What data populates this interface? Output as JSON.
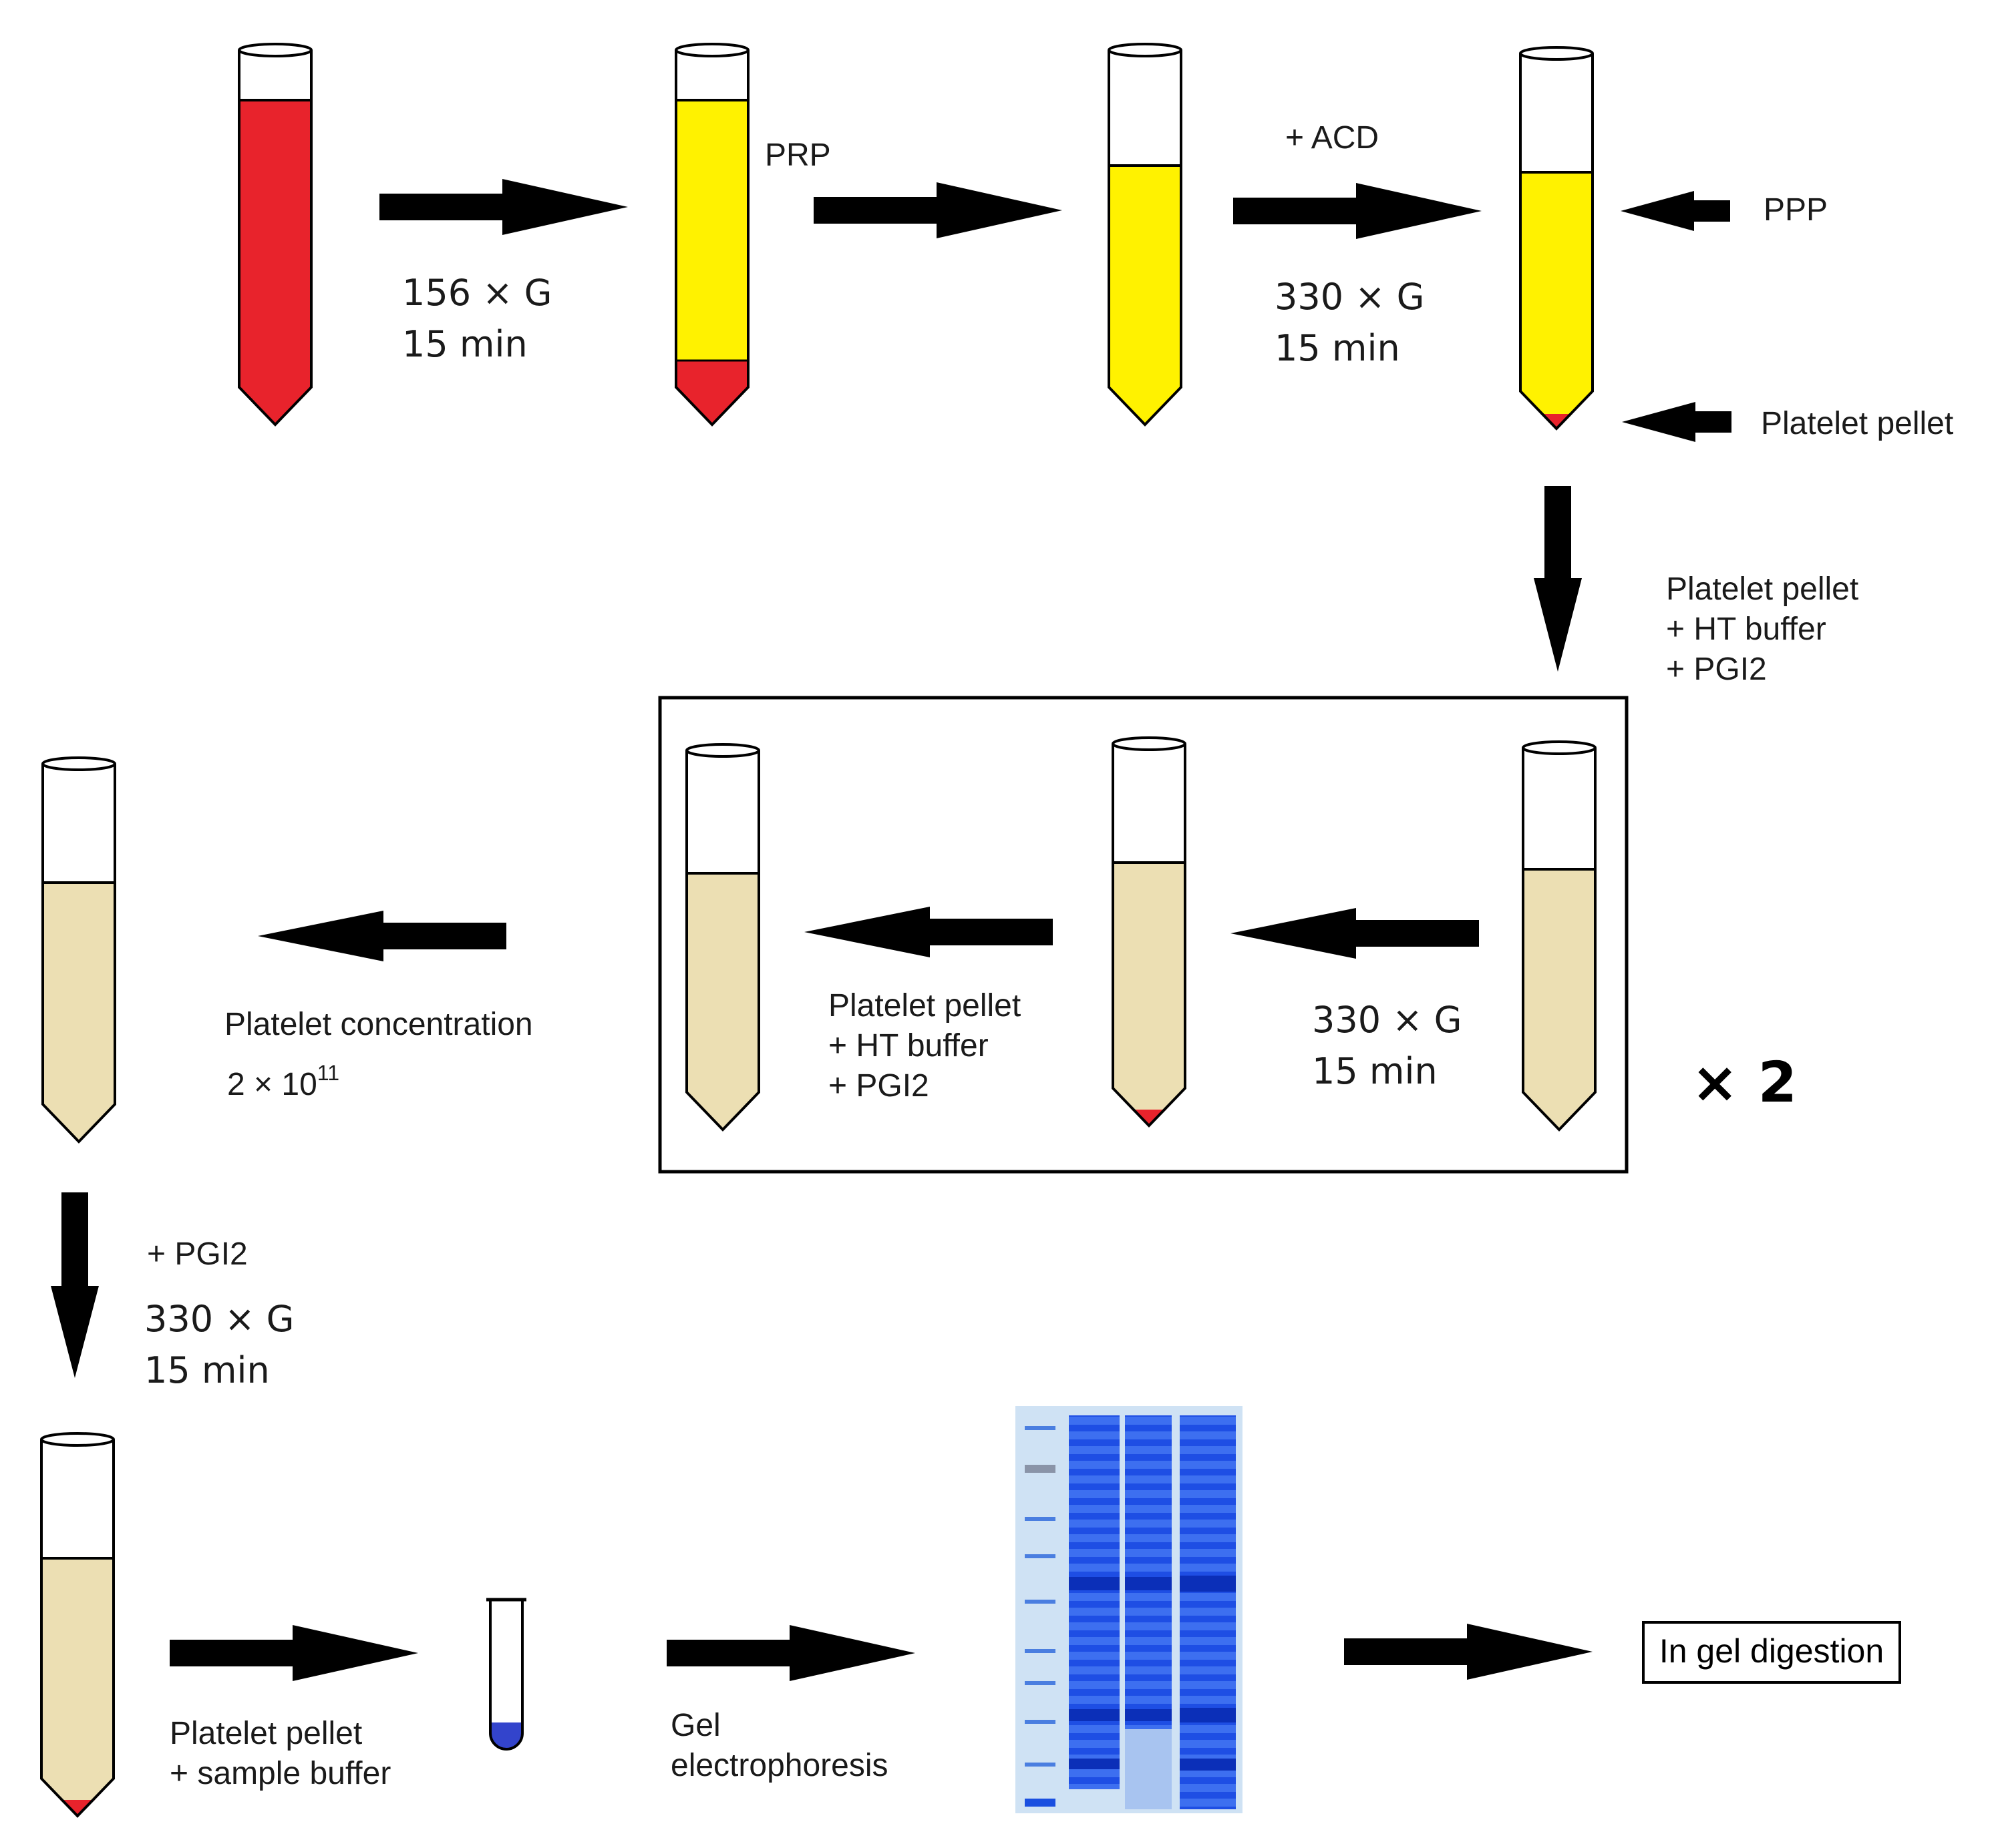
{
  "colors": {
    "blood": "#e8232c",
    "plasma": "#fff200",
    "buffer": "#ecdfb3",
    "pellet": "#e8232c",
    "sample_buffer": "#3344cc",
    "gel_bg": "#cfe2f4",
    "gel_band": "#1a4fe0",
    "arrow": "#000000"
  },
  "labels": {
    "spin1": [
      "156 × G",
      "15 min"
    ],
    "prp": "PRP",
    "acd": "+ ACD",
    "spin2": [
      "330 × G",
      "15 min"
    ],
    "ppp": "PPP",
    "pellet1": "Platelet pellet",
    "resuspend": [
      "Platelet pellet",
      "+ HT buffer",
      "+ PGI2"
    ],
    "spin_box": [
      "330 × G",
      "15 min"
    ],
    "repeat": "× 2",
    "resuspend_box": [
      "Platelet pellet",
      "+ HT buffer",
      "+ PGI2"
    ],
    "concentration": "Platelet concentration",
    "concentration_value": "2 × 10",
    "concentration_exp": "11",
    "pgi2": "+ PGI2",
    "spin3": [
      "330 × G",
      "15 min"
    ],
    "sample": [
      "Platelet pellet",
      "+ sample buffer"
    ],
    "gel": [
      "Gel",
      "electrophoresis"
    ],
    "digestion": "In gel digestion"
  }
}
